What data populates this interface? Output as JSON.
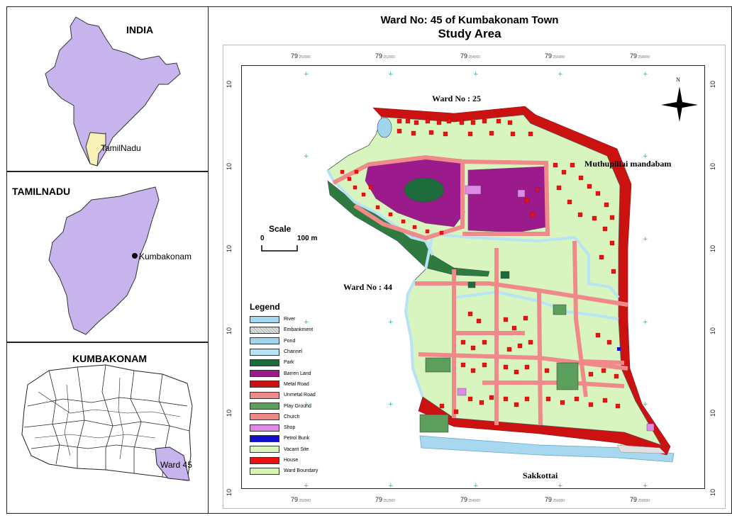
{
  "title_line1": "Ward No: 45 of Kumbakonam Town",
  "title_line2": "Study Area",
  "insets": {
    "india": {
      "title": "INDIA",
      "label": "TamilNadu"
    },
    "tamilnadu": {
      "title": "TAMILNADU",
      "label": "Kumbakonam"
    },
    "kumbakonam": {
      "title": "KUMBAKONAM",
      "label": "Ward 45"
    }
  },
  "map_labels": {
    "north": "Ward No : 25",
    "east": "Muthupillai mandabam",
    "west": "Ward No : 44",
    "south": "Sakkottai"
  },
  "north_arrow": "N",
  "scale": {
    "title": "Scale",
    "start": "0",
    "end": "100 m"
  },
  "x_ticks": [
    "79",
    "79",
    "79",
    "79",
    "79"
  ],
  "y_ticks": [
    "10",
    "10",
    "10",
    "10",
    "10",
    "10"
  ],
  "legend": {
    "title": "Legend",
    "items": [
      {
        "label": "River",
        "color": "#a8d8f0"
      },
      {
        "label": "Embankment",
        "color": "#e0e0e0"
      },
      {
        "label": "Pond",
        "color": "#9fd6ee"
      },
      {
        "label": "Channel",
        "color": "#b7e3f5"
      },
      {
        "label": "Park",
        "color": "#1e6b3c"
      },
      {
        "label": "Barren Land",
        "color": "#9b1a8c"
      },
      {
        "label": "Metal Road",
        "color": "#cc1111"
      },
      {
        "label": "Unmetal Road",
        "color": "#f08a8a"
      },
      {
        "label": "Play Ground",
        "color": "#5c9e5c"
      },
      {
        "label": "Church",
        "color": "#ee8888"
      },
      {
        "label": "Shop",
        "color": "#e08ae8"
      },
      {
        "label": "Petrol Bunk",
        "color": "#1010cc"
      },
      {
        "label": "Vacant Site",
        "color": "#d8f5c0"
      },
      {
        "label": "House",
        "color": "#ee1111"
      },
      {
        "label": "Ward Boundary",
        "color": "#d6f5b0"
      }
    ]
  }
}
